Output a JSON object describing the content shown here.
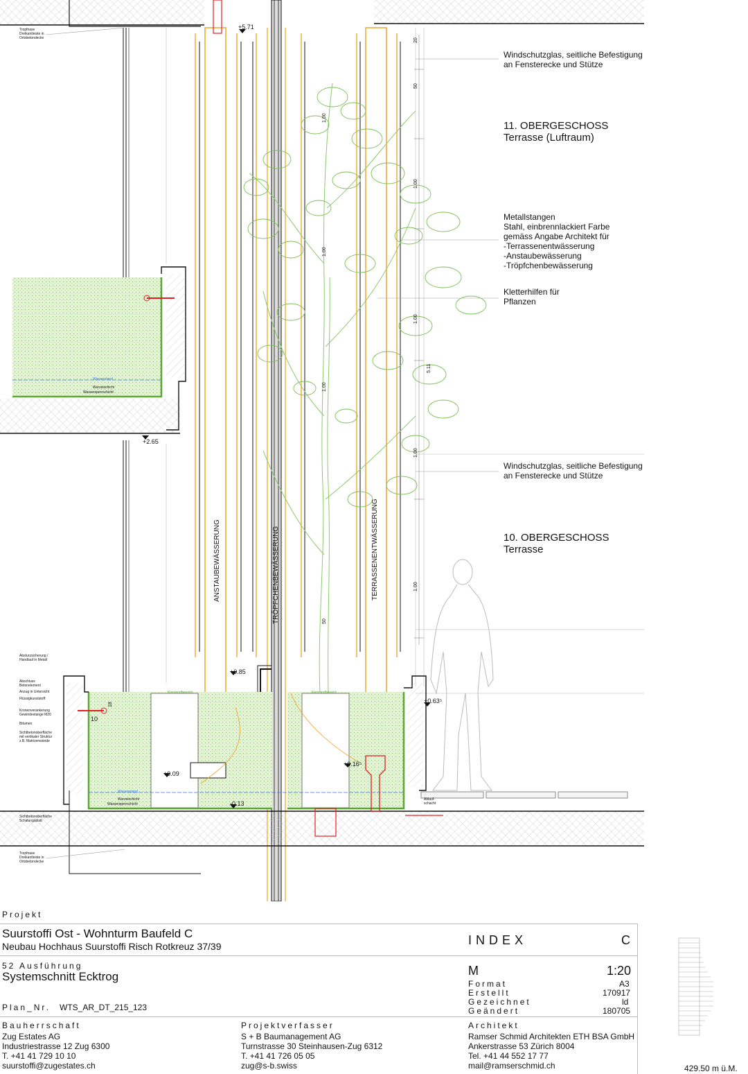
{
  "annotations": {
    "windschutz_top": "Windschutzglas, seitliche Befestigung\nan Fensterecke und Stütze",
    "og11": "11. OBERGESCHOSS\nTerrasse (Luftraum)",
    "metallstangen": "Metallstangen\nStahl, einbrennlackiert Farbe\ngemäss Angabe Architekt für\n-Terrassenentwässerung\n-Anstaubewässerung\n-Tröpfchenbewässerung",
    "kletterhilfen": "Kletterhilfen für\nPflanzen",
    "windschutz_mid": "Windschutzglas, seitliche Befestigung\nan Fensterecke und Stütze",
    "og10": "10. OBERGESCHOSS\nTerrasse"
  },
  "left_labels": {
    "tropfnase_top": "Tropfnase\nDreikantleiste in\nOrtsbetondecke",
    "absturz": "Absturzsicherung /\nHandlauf in Metall",
    "abschluss": "Abschluss\nBetonelement",
    "anzug": "Anzug in Untersicht",
    "fluessig": "Flüssigkunststoff",
    "kronen": "Kronenverankerung\nGewindestange M20",
    "bitumen": "Bitumen",
    "sicht1": "Sichtbetonoberfläche\nmit vertikaler Struktur\nz.B. Matrizenwände",
    "sicht2": "Sichtbetonoberfläche\nSchalungsplatt",
    "tropfnase_bot": "Tropfnase\nDreikantleiste in\nOrtsbetondecke"
  },
  "vertical_labels": {
    "anstau": "ANSTAUBEWÄSSERUNG",
    "troepf": "TRÖPFCHENBEWÄSSERUNG",
    "terrasse": "TERRASSENENTWÄSSERUNG"
  },
  "levels": {
    "l571": "+5.71",
    "l265": "+2.65",
    "l085": "+0.85",
    "l063": "+0.63⁵",
    "l009": "+0.09",
    "l016": "+0.16⁵",
    "l013": "-0.13"
  },
  "dims": {
    "d50a": "50",
    "d100a": "1.00",
    "d100b": "1.00",
    "d100c": "1.00",
    "d100d": "1.00",
    "d100e": "1.00",
    "d100f": "1.00",
    "d100g": "1.00",
    "d50b": "50",
    "d511": "5.11",
    "d20": "20",
    "d18": "18",
    "d10": "10"
  },
  "small_labels": {
    "wasserspiegel_top": "Wasserstand",
    "wurzel_top": "Wurzelschicht",
    "wassersp_top": "Wassersperrschicht",
    "wasserstand_bot": "Wasserstand",
    "wurzel_bot": "Wurzelschicht",
    "wassersp_bot": "Wassersperrschicht",
    "kiesrand1": "Kiesrandbereich",
    "kiesrand2": "Kiesrandbereich",
    "ablauf": "Ablauf-\nschacht"
  },
  "project": {
    "section_label": "Projekt",
    "name": "Suurstoffi Ost - Wohnturm Baufeld C",
    "sub": "Neubau Hochhaus Suurstoffi Risch Rotkreuz 37/39",
    "phase": "52 Ausführung",
    "title": "Systemschnitt Ecktrog",
    "plan_label": "Plan_Nr.",
    "plan_nr": "WTS_AR_DT_215_123"
  },
  "index": {
    "label": "INDEX",
    "value": "C"
  },
  "meta": {
    "m_label": "M",
    "m_value": "1:20",
    "format_label": "Format",
    "format_value": "A3",
    "erstellt_label": "Erstellt",
    "erstellt_value": "170917",
    "gezeichnet_label": "Gezeichnet",
    "gezeichnet_value": "ld",
    "geaendert_label": "Geändert",
    "geaendert_value": "180705"
  },
  "bauherr": {
    "label": "Bauherrschaft",
    "l1": "Zug Estates AG",
    "l2": "Industriestrasse 12 Zug 6300",
    "l3": "T. +41 41 729 10 10",
    "l4": "suurstoffi@zugestates.ch"
  },
  "verfasser": {
    "label": "Projektverfasser",
    "l1": "S + B Baumanagement AG",
    "l2": "Turnstrasse 30 Steinhausen-Zug 6312",
    "l3": "T. +41 41 726 05 05",
    "l4": "zug@s-b.swiss"
  },
  "architekt": {
    "label": "Architekt",
    "l1": "Ramser Schmid Architekten ETH BSA GmbH",
    "l2": "Ankerstrasse 53 Zürich 8004",
    "l3": "Tel. +41 44 552 17 77",
    "l4": "mail@ramserschmid.ch"
  },
  "elevation": "429.50 m ü.M.",
  "colors": {
    "green": "#5aa832",
    "orange": "#f0a020",
    "red": "#e02020",
    "blue": "#3a7ae0"
  }
}
